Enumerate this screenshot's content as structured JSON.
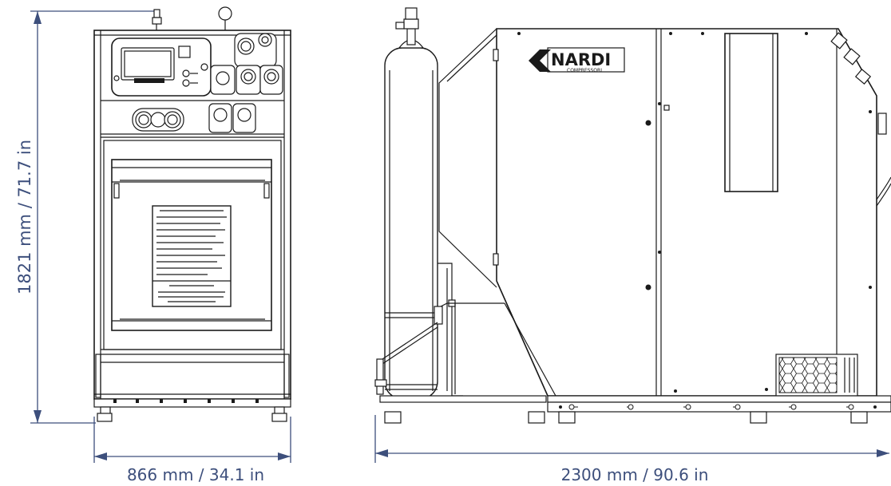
{
  "dimensions": {
    "height": "1821 mm / 71.7 in",
    "front_width": "866 mm / 34.1 in",
    "side_length": "2300 mm / 90.6 in"
  },
  "brand": {
    "name": "NARDI",
    "sub": "COMPRESSORI"
  },
  "colors": {
    "dimension": "#3d4f7c",
    "linework": "#1a1a1a"
  }
}
